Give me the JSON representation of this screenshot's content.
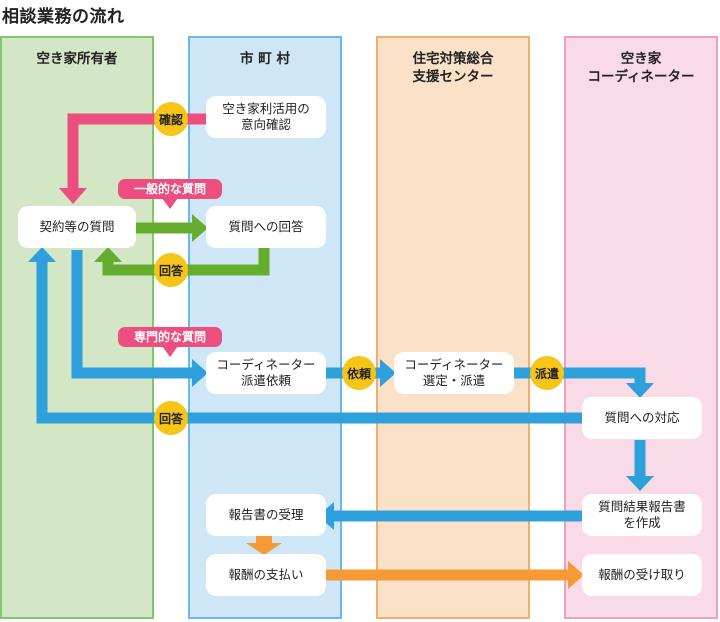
{
  "title": "相談業務の流れ",
  "lanes": {
    "owner": "空き家所有者",
    "city": "市 町 村",
    "center": "住宅対策総合\n支援センター",
    "coordinator": "空き家\nコーディネーター"
  },
  "boxes": {
    "intention": "空き家利活用の\n意向確認",
    "inquiry": "契約等の質問",
    "answer_city": "質問への回答",
    "request": "コーディネーター\n派遣依頼",
    "select": "コーディネーター\n選定・派遣",
    "respond": "質問への対応",
    "report_make": "質問結果報告書\nを作成",
    "report_receive": "報告書の受理",
    "pay": "報酬の支払い",
    "receive_fee": "報酬の受け取り"
  },
  "circles": {
    "confirm": "確認",
    "answer1": "回答",
    "irai": "依頼",
    "haken": "派遣",
    "answer2": "回答"
  },
  "callouts": {
    "general": "一般的な質問",
    "expert": "専門的な質問"
  },
  "colors": {
    "pink": "#ec4e80",
    "green": "#66ad2e",
    "blue": "#2ea0dc",
    "orange": "#f59a36",
    "circle": "#f5c518"
  }
}
